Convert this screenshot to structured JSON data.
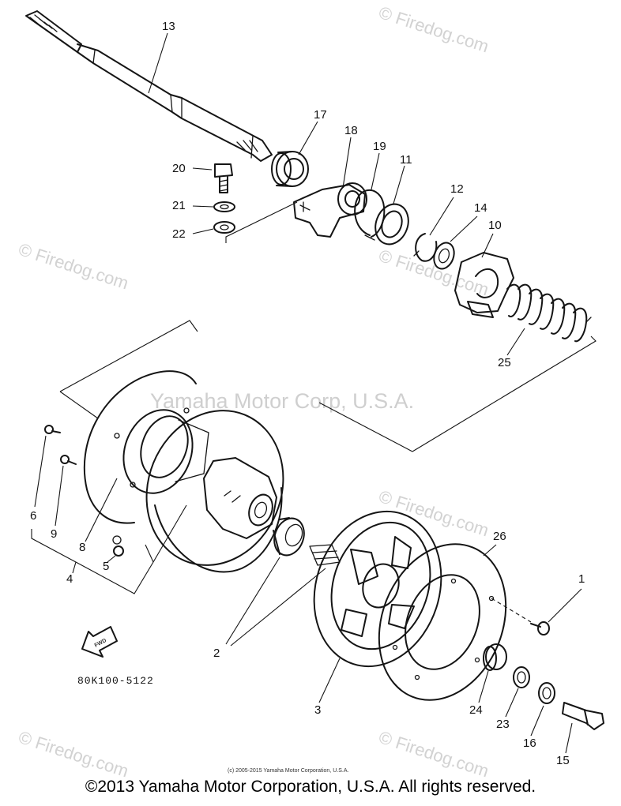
{
  "diagram": {
    "callouts": [
      {
        "id": "13",
        "text": "13"
      },
      {
        "id": "17",
        "text": "17"
      },
      {
        "id": "18",
        "text": "18"
      },
      {
        "id": "19",
        "text": "19"
      },
      {
        "id": "11",
        "text": "11"
      },
      {
        "id": "20",
        "text": "20"
      },
      {
        "id": "21",
        "text": "21"
      },
      {
        "id": "22",
        "text": "22"
      },
      {
        "id": "12",
        "text": "12"
      },
      {
        "id": "14",
        "text": "14"
      },
      {
        "id": "10",
        "text": "10"
      },
      {
        "id": "25",
        "text": "25"
      },
      {
        "id": "6",
        "text": "6"
      },
      {
        "id": "9",
        "text": "9"
      },
      {
        "id": "8",
        "text": "8"
      },
      {
        "id": "5",
        "text": "5"
      },
      {
        "id": "4",
        "text": "4"
      },
      {
        "id": "2",
        "text": "2"
      },
      {
        "id": "3",
        "text": "3"
      },
      {
        "id": "26",
        "text": "26"
      },
      {
        "id": "1",
        "text": "1"
      },
      {
        "id": "24",
        "text": "24"
      },
      {
        "id": "23",
        "text": "23"
      },
      {
        "id": "16",
        "text": "16"
      },
      {
        "id": "15",
        "text": "15"
      }
    ],
    "fwd_label": "FWD",
    "part_code": "80K100-5122",
    "fine_print": "(c) 2005-2015 Yamaha Motor Corporation, U.S.A.",
    "watermark_center": "Yamaha Motor Corp, U.S.A.",
    "watermark_site": "© Firedog.com",
    "copyright": "©2013 Yamaha Motor Corporation, U.S.A. All rights reserved."
  }
}
